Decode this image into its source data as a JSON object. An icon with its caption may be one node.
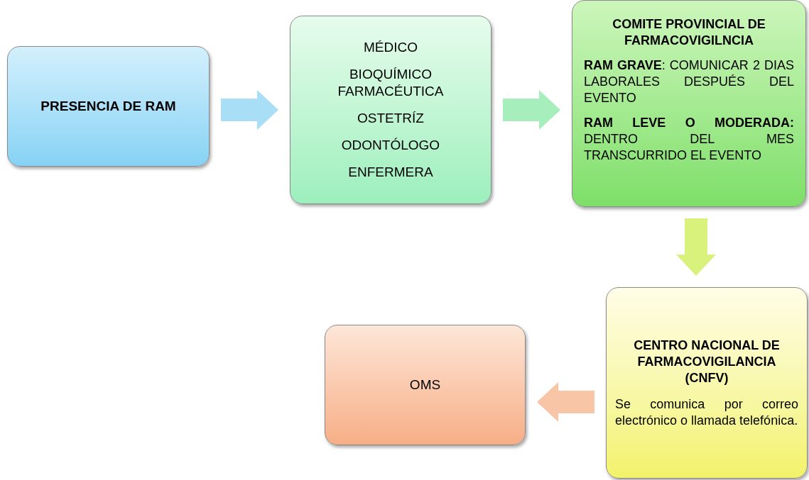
{
  "diagram": {
    "nodes": [
      {
        "text": [
          "PRESENCIA DE RAM"
        ]
      },
      {
        "text": [
          "MÉDICO",
          "BIOQUÍMICO FARMACÉUTICA",
          "OSTETRÍZ",
          "ODONTÓLOGO",
          "ENFERMERA"
        ]
      },
      {
        "text": [
          "COMITE PROVINCIAL DE FARMACOVIGILNCIA",
          "**RAM GRAVE**: COMUNICAR 2 DIAS LABORALES DESPUÉS DEL EVENTO",
          "**RAM LEVE O MODERADA:** DENTRO DEL MES TRANSCURRIDO EL EVENTO"
        ]
      },
      {
        "text": [
          "CENTRO NACIONAL DE FARMACOVIGILANCIA (CNFV)",
          "Se comunica por correo electrónico o llamada telefónica."
        ]
      },
      {
        "text": [
          "OMS"
        ]
      }
    ],
    "edges": [
      {
        "from": 0,
        "to": 1,
        "arrow": "to",
        "style": "thick",
        "color": "#a9def7"
      },
      {
        "from": 1,
        "to": 2,
        "arrow": "to",
        "style": "thick",
        "color": "#a6efbd"
      },
      {
        "from": 2,
        "to": 3,
        "arrow": "to",
        "style": "thick",
        "color": "#d9f27c"
      },
      {
        "from": 3,
        "to": 4,
        "arrow": "to",
        "style": "thick",
        "color": "#f8c5a6"
      }
    ]
  }
}
